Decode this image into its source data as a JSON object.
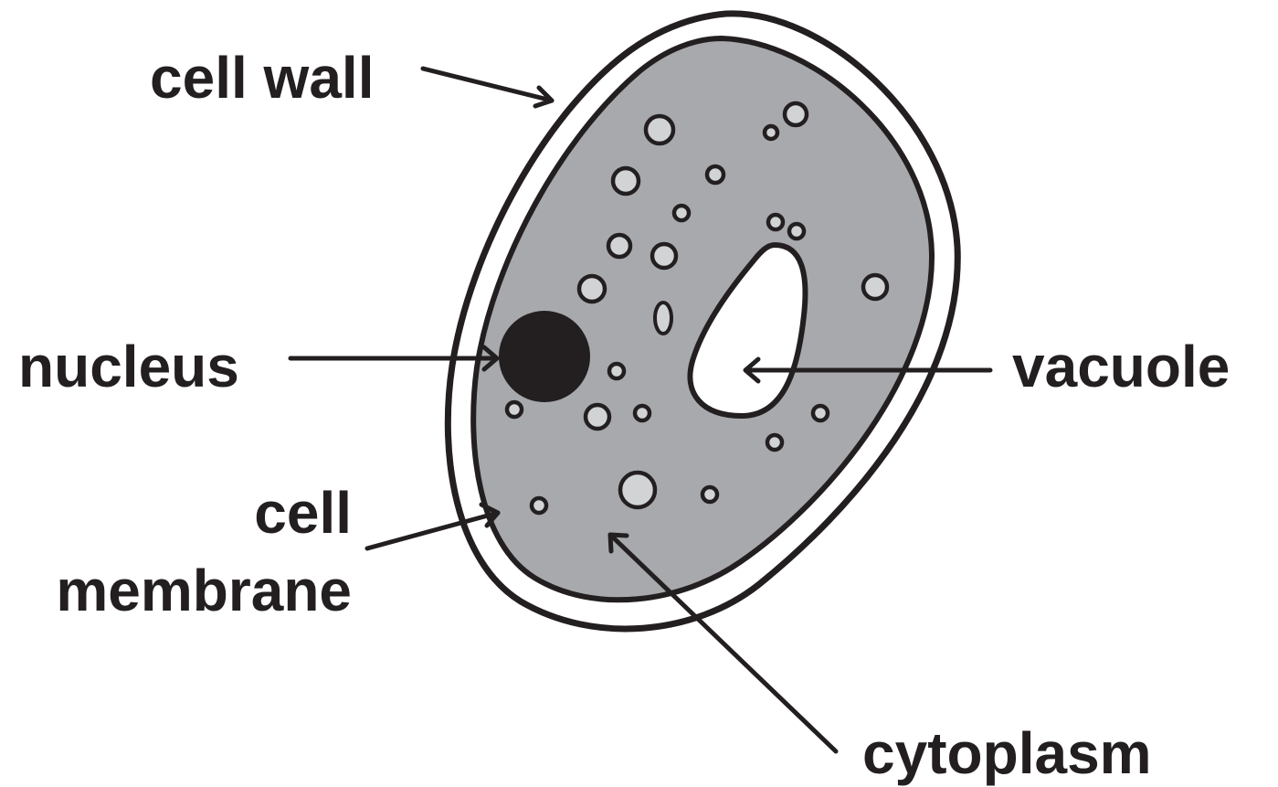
{
  "labels": {
    "cell_wall": "cell wall",
    "nucleus": "nucleus",
    "vacuole": "vacuole",
    "cell_membrane_line1": "cell",
    "cell_membrane_line2": "membrane",
    "cytoplasm": "cytoplasm"
  },
  "colors": {
    "ink": "#231f20",
    "cytoplasm_fill": "#a7a9ac",
    "granule_fill": "#d1d3d4",
    "background": "#ffffff"
  }
}
